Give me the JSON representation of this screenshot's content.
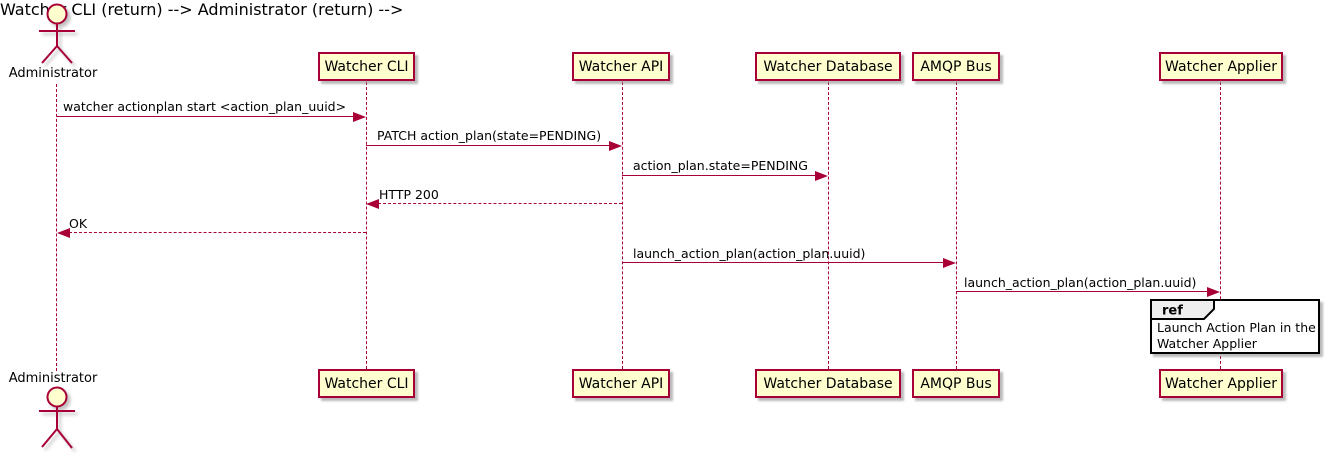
{
  "actor": {
    "name": "Administrator"
  },
  "participants": [
    {
      "name": "Watcher CLI"
    },
    {
      "name": "Watcher API"
    },
    {
      "name": "Watcher Database"
    },
    {
      "name": "AMQP Bus"
    },
    {
      "name": "Watcher Applier"
    }
  ],
  "messages": [
    {
      "label": "watcher actionplan start <action_plan_uuid>",
      "from": "Administrator",
      "to": "Watcher CLI",
      "line": "solid"
    },
    {
      "label": "PATCH action_plan(state=PENDING)",
      "from": "Watcher CLI",
      "to": "Watcher API",
      "line": "solid"
    },
    {
      "label": "action_plan.state=PENDING",
      "from": "Watcher API",
      "to": "Watcher Database",
      "line": "solid"
    },
    {
      "label": "HTTP 200",
      "from": "Watcher API",
      "to": "Watcher CLI",
      "line": "dashed"
    },
    {
      "label": "OK",
      "from": "Watcher CLI",
      "to": "Administrator",
      "line": "dashed"
    },
    {
      "label": "launch_action_plan(action_plan.uuid)",
      "from": "Watcher API",
      "to": "AMQP Bus",
      "line": "solid"
    },
    {
      "label": "launch_action_plan(action_plan.uuid)",
      "from": "AMQP Bus",
      "to": "Watcher Applier",
      "line": "solid"
    }
  ],
  "ref_fragment": {
    "keyword": "ref",
    "lines": [
      "Launch Action Plan in the",
      "Watcher Applier"
    ],
    "over": "Watcher Applier"
  },
  "colors": {
    "accent": "#A80036",
    "participant_fill": "#FEFECE",
    "ref_tab_fill": "#EEEEEE",
    "text": "#000000",
    "ref_border": "#000000"
  }
}
